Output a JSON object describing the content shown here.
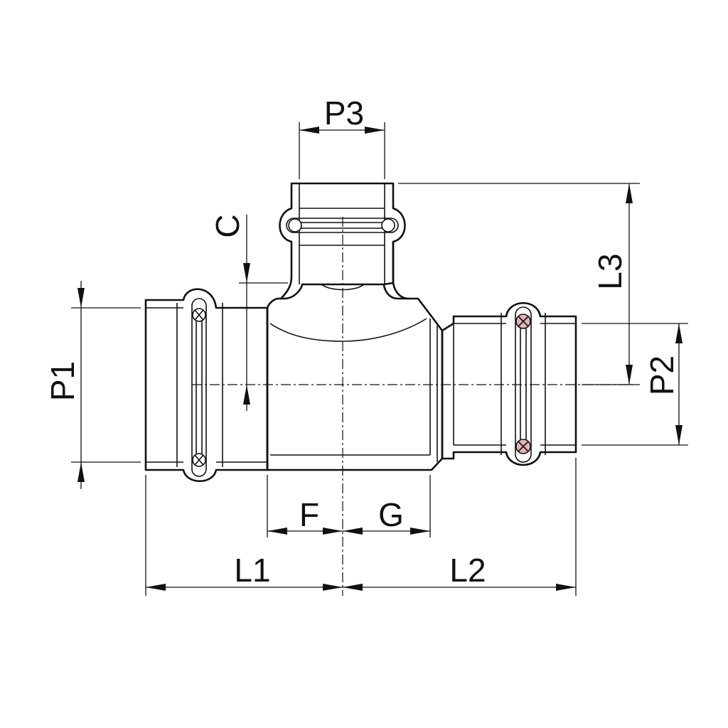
{
  "dimensions": {
    "p1": "P1",
    "p2": "P2",
    "p3": "P3",
    "c": "C",
    "l1": "L1",
    "l2": "L2",
    "l3": "L3",
    "f": "F",
    "g": "G"
  },
  "colors": {
    "line": "#111111",
    "o_ring_highlight": "#e6b3b3",
    "background": "#ffffff"
  }
}
